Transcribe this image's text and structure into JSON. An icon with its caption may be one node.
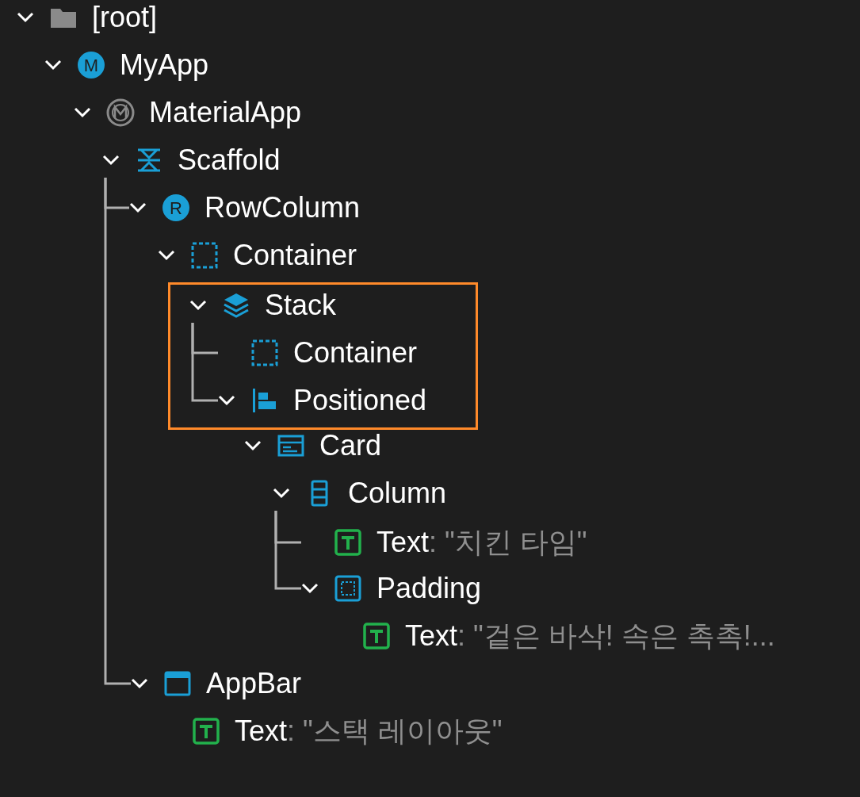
{
  "diagram": {
    "nodes": [
      {
        "text": [
          "[root]"
        ]
      },
      {
        "text": [
          "MyApp"
        ]
      },
      {
        "text": [
          "MaterialApp"
        ]
      },
      {
        "text": [
          "Scaffold"
        ]
      },
      {
        "text": [
          "RowColumn"
        ]
      },
      {
        "text": [
          "Container"
        ]
      },
      {
        "text": [],
        "shape": "box"
      },
      {
        "text": [
          "Stack"
        ],
        "in": 6
      },
      {
        "text": [
          "Container"
        ],
        "in": 6
      },
      {
        "text": [
          "Positioned"
        ],
        "in": 6
      },
      {
        "text": [
          "Card"
        ]
      },
      {
        "text": [
          "Column"
        ]
      },
      {
        "text": [
          "Text",
          ": \"치킨 타임\""
        ]
      },
      {
        "text": [
          "Padding"
        ]
      },
      {
        "text": [
          "Text",
          ": \"겉은 바삭! 속은 촉촉!..."
        ]
      },
      {
        "text": [
          "AppBar"
        ]
      },
      {
        "text": [
          "Text",
          ": \"스택 레이아웃\""
        ]
      }
    ],
    "edges": [
      {
        "from": 3,
        "to": 4,
        "arrow": "none"
      },
      {
        "from": 3,
        "to": 15,
        "arrow": "none"
      },
      {
        "from": 7,
        "to": 8,
        "arrow": "none"
      },
      {
        "from": 7,
        "to": 9,
        "arrow": "none"
      },
      {
        "from": 11,
        "to": 12,
        "arrow": "none"
      },
      {
        "from": 11,
        "to": 13,
        "arrow": "none"
      }
    ],
    "labels": [
      "M",
      "R"
    ]
  }
}
